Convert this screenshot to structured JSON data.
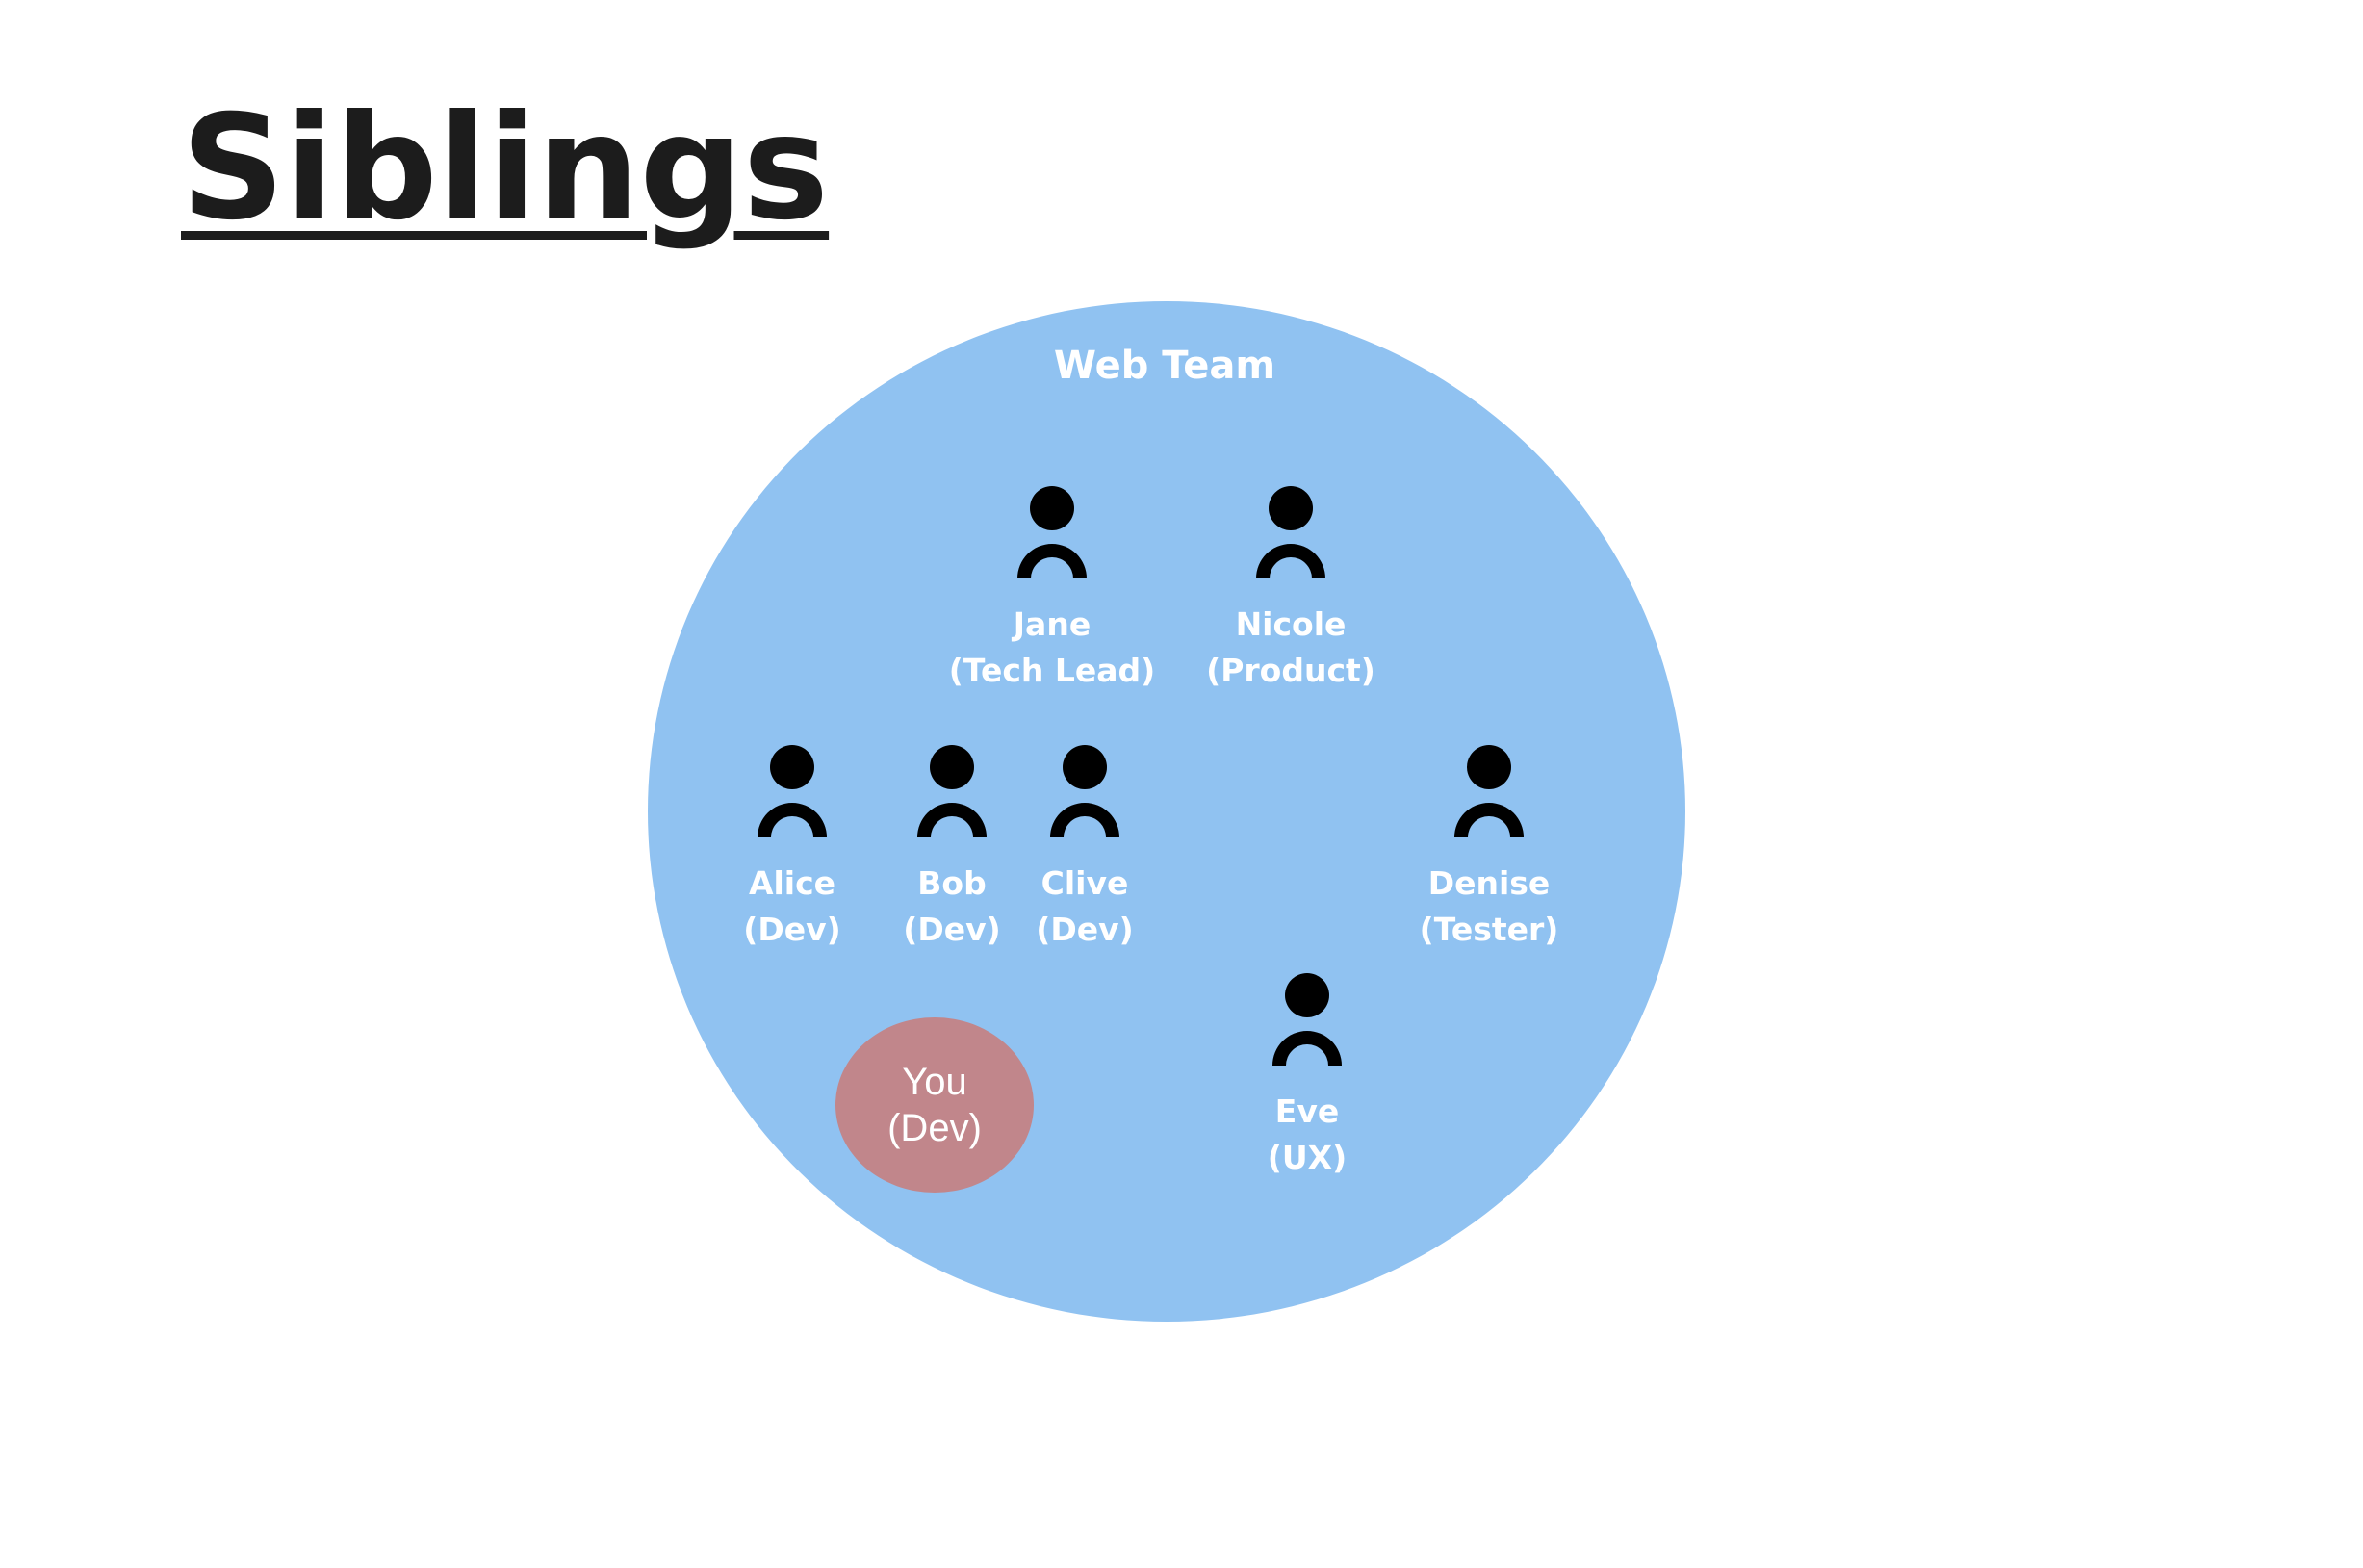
{
  "title": "Siblings",
  "team": {
    "label": "Web Team",
    "color": "#90c2f1"
  },
  "people": [
    {
      "name": "Jane",
      "role": "(Tech Lead)",
      "icon": "person-icon"
    },
    {
      "name": "Nicole",
      "role": "(Product)",
      "icon": "person-icon"
    },
    {
      "name": "Alice",
      "role": "(Dev)",
      "icon": "person-icon"
    },
    {
      "name": "Bob",
      "role": "(Dev)",
      "icon": "person-icon"
    },
    {
      "name": "Clive",
      "role": "(Dev)",
      "icon": "person-icon"
    },
    {
      "name": "Denise",
      "role": "(Tester)",
      "icon": "person-icon"
    },
    {
      "name": "Eve",
      "role": "(UX)",
      "icon": "person-icon"
    }
  ],
  "you": {
    "name": "You",
    "role": "(Dev)",
    "color": "#c1868b"
  }
}
